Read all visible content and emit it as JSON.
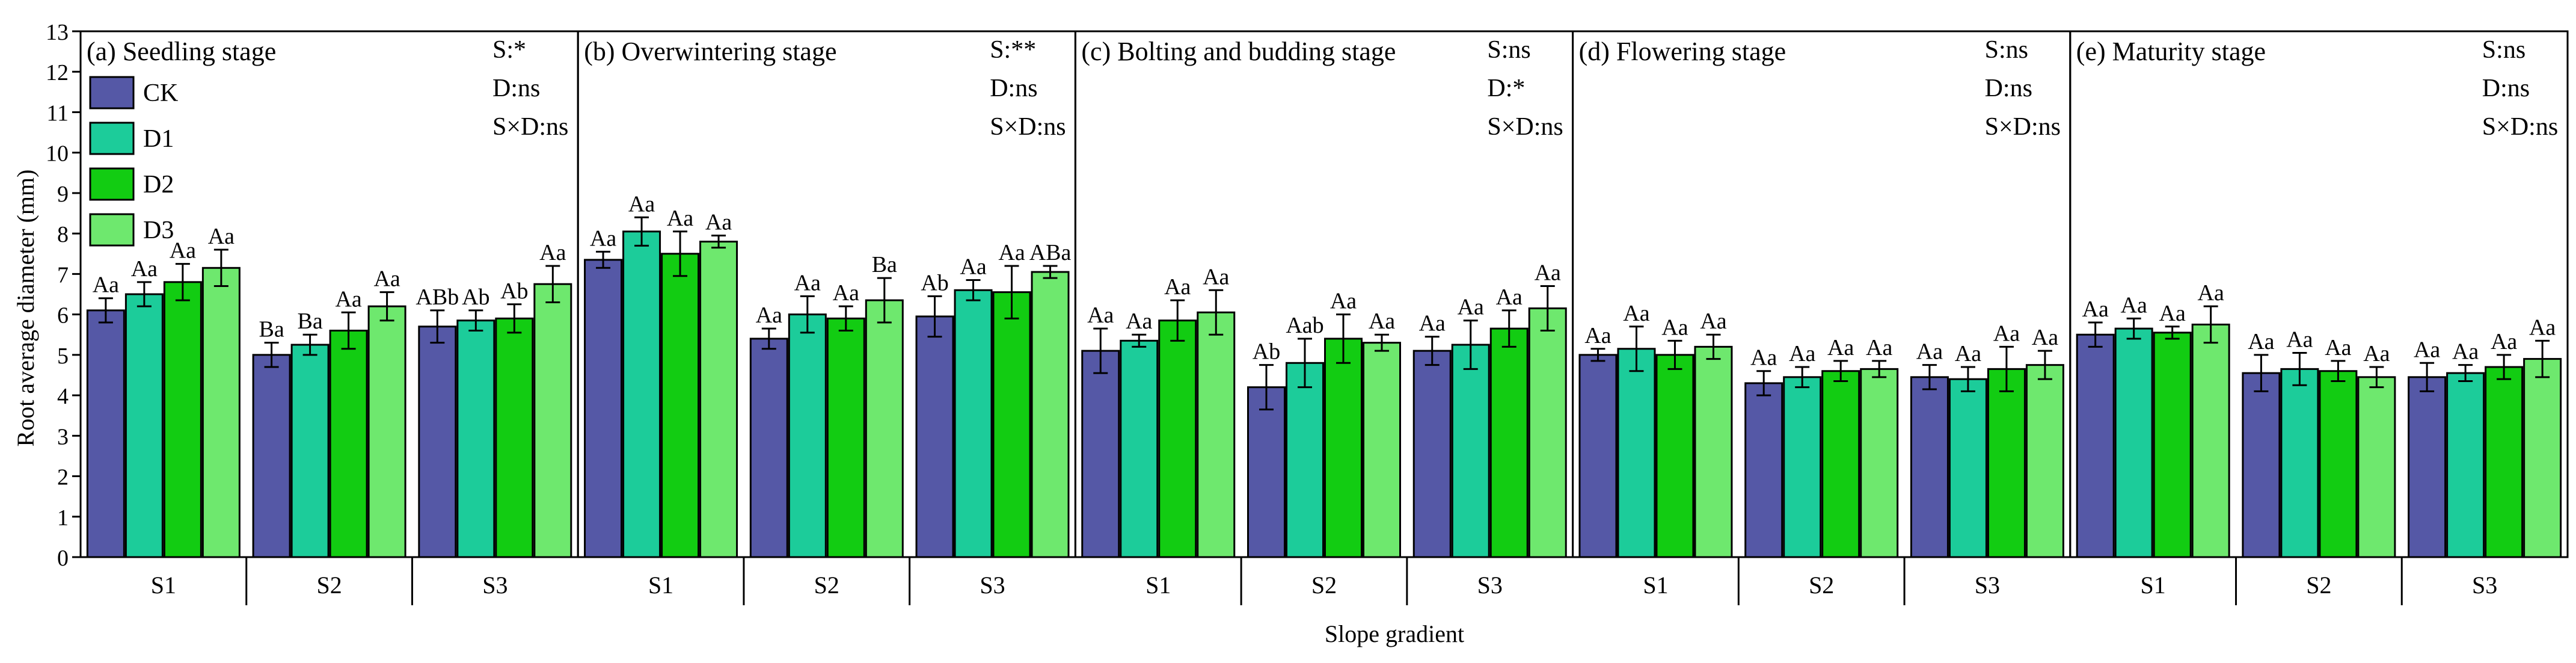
{
  "figure": {
    "ylabel": "Root average diameter (mm)",
    "xlabel": "Slope gradient",
    "y_ticks": [
      0,
      1,
      2,
      3,
      4,
      5,
      6,
      7,
      8,
      9,
      10,
      11,
      12,
      13
    ],
    "groups": [
      "S1",
      "S2",
      "S3"
    ],
    "legend": [
      {
        "name": "CK",
        "color": "#5558a6"
      },
      {
        "name": "D1",
        "color": "#1ccc9a"
      },
      {
        "name": "D2",
        "color": "#12cc12"
      },
      {
        "name": "D3",
        "color": "#6ee86e"
      }
    ]
  },
  "chart_data": [
    {
      "type": "bar",
      "title": "(a) Seedling stage",
      "stats": [
        "S:*",
        "D:ns",
        "S×D:ns"
      ],
      "ylabel": "Root average diameter (mm)",
      "xlabel": "Slope gradient",
      "ylim": [
        0,
        13
      ],
      "categories": [
        "S1",
        "S2",
        "S3"
      ],
      "series": [
        {
          "name": "CK",
          "values": [
            6.1,
            5.0,
            5.7
          ],
          "errors": [
            0.3,
            0.3,
            0.4
          ],
          "labels": [
            "Aa",
            "Ba",
            "ABb"
          ]
        },
        {
          "name": "D1",
          "values": [
            6.5,
            5.25,
            5.85
          ],
          "errors": [
            0.3,
            0.25,
            0.25
          ],
          "labels": [
            "Aa",
            "Ba",
            "Ab"
          ]
        },
        {
          "name": "D2",
          "values": [
            6.8,
            5.6,
            5.9
          ],
          "errors": [
            0.45,
            0.45,
            0.35
          ],
          "labels": [
            "Aa",
            "Aa",
            "Ab"
          ]
        },
        {
          "name": "D3",
          "values": [
            7.15,
            6.2,
            6.75
          ],
          "errors": [
            0.45,
            0.35,
            0.45
          ],
          "labels": [
            "Aa",
            "Aa",
            "Aa"
          ]
        }
      ]
    },
    {
      "type": "bar",
      "title": "(b) Overwintering stage",
      "stats": [
        "S:**",
        "D:ns",
        "S×D:ns"
      ],
      "ylabel": "Root average diameter (mm)",
      "xlabel": "Slope gradient",
      "ylim": [
        0,
        13
      ],
      "categories": [
        "S1",
        "S2",
        "S3"
      ],
      "series": [
        {
          "name": "CK",
          "values": [
            7.35,
            5.4,
            5.95
          ],
          "errors": [
            0.2,
            0.25,
            0.5
          ],
          "labels": [
            "Aa",
            "Aa",
            "Ab"
          ]
        },
        {
          "name": "D1",
          "values": [
            8.05,
            6.0,
            6.6
          ],
          "errors": [
            0.35,
            0.45,
            0.25
          ],
          "labels": [
            "Aa",
            "Aa",
            "Aa"
          ]
        },
        {
          "name": "D2",
          "values": [
            7.5,
            5.9,
            6.55
          ],
          "errors": [
            0.55,
            0.3,
            0.65
          ],
          "labels": [
            "Aa",
            "Aa",
            "Aa"
          ]
        },
        {
          "name": "D3",
          "values": [
            7.8,
            6.35,
            7.05
          ],
          "errors": [
            0.15,
            0.55,
            0.15
          ],
          "labels": [
            "Aa",
            "Ba",
            "ABa"
          ]
        }
      ]
    },
    {
      "type": "bar",
      "title": "(c) Bolting and budding stage",
      "stats": [
        "S:ns",
        "D:*",
        "S×D:ns"
      ],
      "ylabel": "Root average diameter (mm)",
      "xlabel": "Slope gradient",
      "ylim": [
        0,
        13
      ],
      "categories": [
        "S1",
        "S2",
        "S3"
      ],
      "series": [
        {
          "name": "CK",
          "values": [
            5.1,
            4.2,
            5.1
          ],
          "errors": [
            0.55,
            0.55,
            0.35
          ],
          "labels": [
            "Aa",
            "Ab",
            "Aa"
          ]
        },
        {
          "name": "D1",
          "values": [
            5.35,
            4.8,
            5.25
          ],
          "errors": [
            0.15,
            0.6,
            0.6
          ],
          "labels": [
            "Aa",
            "Aab",
            "Aa"
          ]
        },
        {
          "name": "D2",
          "values": [
            5.85,
            5.4,
            5.65
          ],
          "errors": [
            0.5,
            0.6,
            0.45
          ],
          "labels": [
            "Aa",
            "Aa",
            "Aa"
          ]
        },
        {
          "name": "D3",
          "values": [
            6.05,
            5.3,
            6.15
          ],
          "errors": [
            0.55,
            0.2,
            0.55
          ],
          "labels": [
            "Aa",
            "Aa",
            "Aa"
          ]
        }
      ]
    },
    {
      "type": "bar",
      "title": "(d) Flowering stage",
      "stats": [
        "S:ns",
        "D:ns",
        "S×D:ns"
      ],
      "ylabel": "Root average diameter (mm)",
      "xlabel": "Slope gradient",
      "ylim": [
        0,
        13
      ],
      "categories": [
        "S1",
        "S2",
        "S3"
      ],
      "series": [
        {
          "name": "CK",
          "values": [
            5.0,
            4.3,
            4.45
          ],
          "errors": [
            0.15,
            0.3,
            0.3
          ],
          "labels": [
            "Aa",
            "Aa",
            "Aa"
          ]
        },
        {
          "name": "D1",
          "values": [
            5.15,
            4.45,
            4.4
          ],
          "errors": [
            0.55,
            0.25,
            0.3
          ],
          "labels": [
            "Aa",
            "Aa",
            "Aa"
          ]
        },
        {
          "name": "D2",
          "values": [
            5.0,
            4.6,
            4.65
          ],
          "errors": [
            0.35,
            0.25,
            0.55
          ],
          "labels": [
            "Aa",
            "Aa",
            "Aa"
          ]
        },
        {
          "name": "D3",
          "values": [
            5.2,
            4.65,
            4.75
          ],
          "errors": [
            0.3,
            0.2,
            0.35
          ],
          "labels": [
            "Aa",
            "Aa",
            "Aa"
          ]
        }
      ]
    },
    {
      "type": "bar",
      "title": "(e) Maturity stage",
      "stats": [
        "S:ns",
        "D:ns",
        "S×D:ns"
      ],
      "ylabel": "Root average diameter (mm)",
      "xlabel": "Slope gradient",
      "ylim": [
        0,
        13
      ],
      "categories": [
        "S1",
        "S2",
        "S3"
      ],
      "series": [
        {
          "name": "CK",
          "values": [
            5.5,
            4.55,
            4.45
          ],
          "errors": [
            0.3,
            0.45,
            0.35
          ],
          "labels": [
            "Aa",
            "Aa",
            "Aa"
          ]
        },
        {
          "name": "D1",
          "values": [
            5.65,
            4.65,
            4.55
          ],
          "errors": [
            0.25,
            0.4,
            0.2
          ],
          "labels": [
            "Aa",
            "Aa",
            "Aa"
          ]
        },
        {
          "name": "D2",
          "values": [
            5.55,
            4.6,
            4.7
          ],
          "errors": [
            0.15,
            0.25,
            0.3
          ],
          "labels": [
            "Aa",
            "Aa",
            "Aa"
          ]
        },
        {
          "name": "D3",
          "values": [
            5.75,
            4.45,
            4.9
          ],
          "errors": [
            0.45,
            0.25,
            0.45
          ],
          "labels": [
            "Aa",
            "Aa",
            "Aa"
          ]
        }
      ]
    }
  ]
}
